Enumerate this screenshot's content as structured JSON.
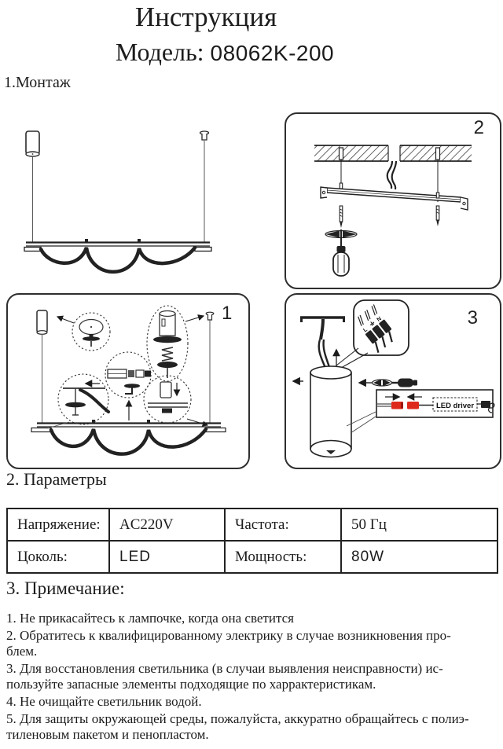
{
  "header": {
    "title": "Инструкция",
    "model_label": "Модель:",
    "model_value": "08062K-200"
  },
  "sections": {
    "montage_heading": "1.Монтаж",
    "parameters_heading": "2. Параметры",
    "notes_heading": "3. Примечание:"
  },
  "figures": {
    "fig1_label": "1",
    "fig2_label": "2",
    "fig3_label": "3",
    "led_driver_label": "LED driver",
    "terminal_l": "L",
    "terminal_n": "N"
  },
  "parameters_table": {
    "cells": [
      {
        "label": "Напряжение:",
        "value": "AC220V"
      },
      {
        "label": "Частота:",
        "value": "50 Гц"
      },
      {
        "label": "Цоколь:",
        "value": "LED"
      },
      {
        "label": "Мощность:",
        "value": "80W"
      }
    ]
  },
  "notes": [
    "1. Не прикасайтесь к лампочке, когда она светится",
    "2. Обратитесь к квалифицированному электрику в случае возникновения про-\nблем.",
    "3. Для восстановления светильника (в случаи выявления неисправности) ис-\nпользуйте запасные элементы подходящие по харрактеристикам.",
    "4. Не очищайте  светильник водой.",
    "5. Для защиты окружающей среды, пожалуйста, аккуратно обращайтесь с полиэ-\nтиленовым пакетом и пенопластом."
  ],
  "colors": {
    "ink": "#1c1c1c",
    "accent_red": "#de2a1b"
  }
}
